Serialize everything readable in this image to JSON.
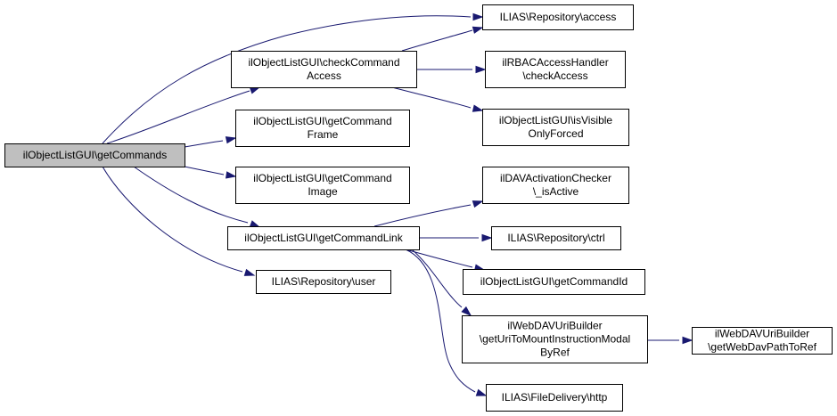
{
  "graph": {
    "nodes": [
      {
        "id": "n0",
        "lines": [
          "ilObjectListGUI\\getCommands"
        ],
        "highlighted": true
      },
      {
        "id": "n1",
        "lines": [
          "ILIAS\\Repository\\access"
        ]
      },
      {
        "id": "n2",
        "lines": [
          "ilObjectListGUI\\checkCommand",
          "Access"
        ]
      },
      {
        "id": "n3",
        "lines": [
          "ilRBACAccessHandler",
          "\\checkAccess"
        ]
      },
      {
        "id": "n4",
        "lines": [
          "ilObjectListGUI\\isVisible",
          "OnlyForced"
        ]
      },
      {
        "id": "n5",
        "lines": [
          "ilObjectListGUI\\getCommand",
          "Frame"
        ]
      },
      {
        "id": "n6",
        "lines": [
          "ilObjectListGUI\\getCommand",
          "Image"
        ]
      },
      {
        "id": "n7",
        "lines": [
          "ilDAVActivationChecker",
          "\\_isActive"
        ]
      },
      {
        "id": "n8",
        "lines": [
          "ilObjectListGUI\\getCommandLink"
        ]
      },
      {
        "id": "n9",
        "lines": [
          "ILIAS\\Repository\\ctrl"
        ]
      },
      {
        "id": "n10",
        "lines": [
          "ILIAS\\Repository\\user"
        ]
      },
      {
        "id": "n11",
        "lines": [
          "ilObjectListGUI\\getCommandId"
        ]
      },
      {
        "id": "n12",
        "lines": [
          "ilWebDAVUriBuilder",
          "\\getUriToMountInstructionModal",
          "ByRef"
        ]
      },
      {
        "id": "n13",
        "lines": [
          "ilWebDAVUriBuilder",
          "\\getWebDavPathToRef"
        ]
      },
      {
        "id": "n14",
        "lines": [
          "ILIAS\\FileDelivery\\http"
        ]
      }
    ],
    "edges": [
      {
        "from": "n0",
        "to": "n1"
      },
      {
        "from": "n0",
        "to": "n2"
      },
      {
        "from": "n0",
        "to": "n5"
      },
      {
        "from": "n0",
        "to": "n6"
      },
      {
        "from": "n0",
        "to": "n8"
      },
      {
        "from": "n0",
        "to": "n10"
      },
      {
        "from": "n2",
        "to": "n1"
      },
      {
        "from": "n2",
        "to": "n3"
      },
      {
        "from": "n2",
        "to": "n4"
      },
      {
        "from": "n8",
        "to": "n7"
      },
      {
        "from": "n8",
        "to": "n9"
      },
      {
        "from": "n8",
        "to": "n11"
      },
      {
        "from": "n8",
        "to": "n12"
      },
      {
        "from": "n8",
        "to": "n14"
      },
      {
        "from": "n12",
        "to": "n13"
      }
    ],
    "colors": {
      "edge": "#191970",
      "node_fill": "#ffffff",
      "node_highlight_fill": "#bfbfbf",
      "node_border": "#000000"
    }
  }
}
